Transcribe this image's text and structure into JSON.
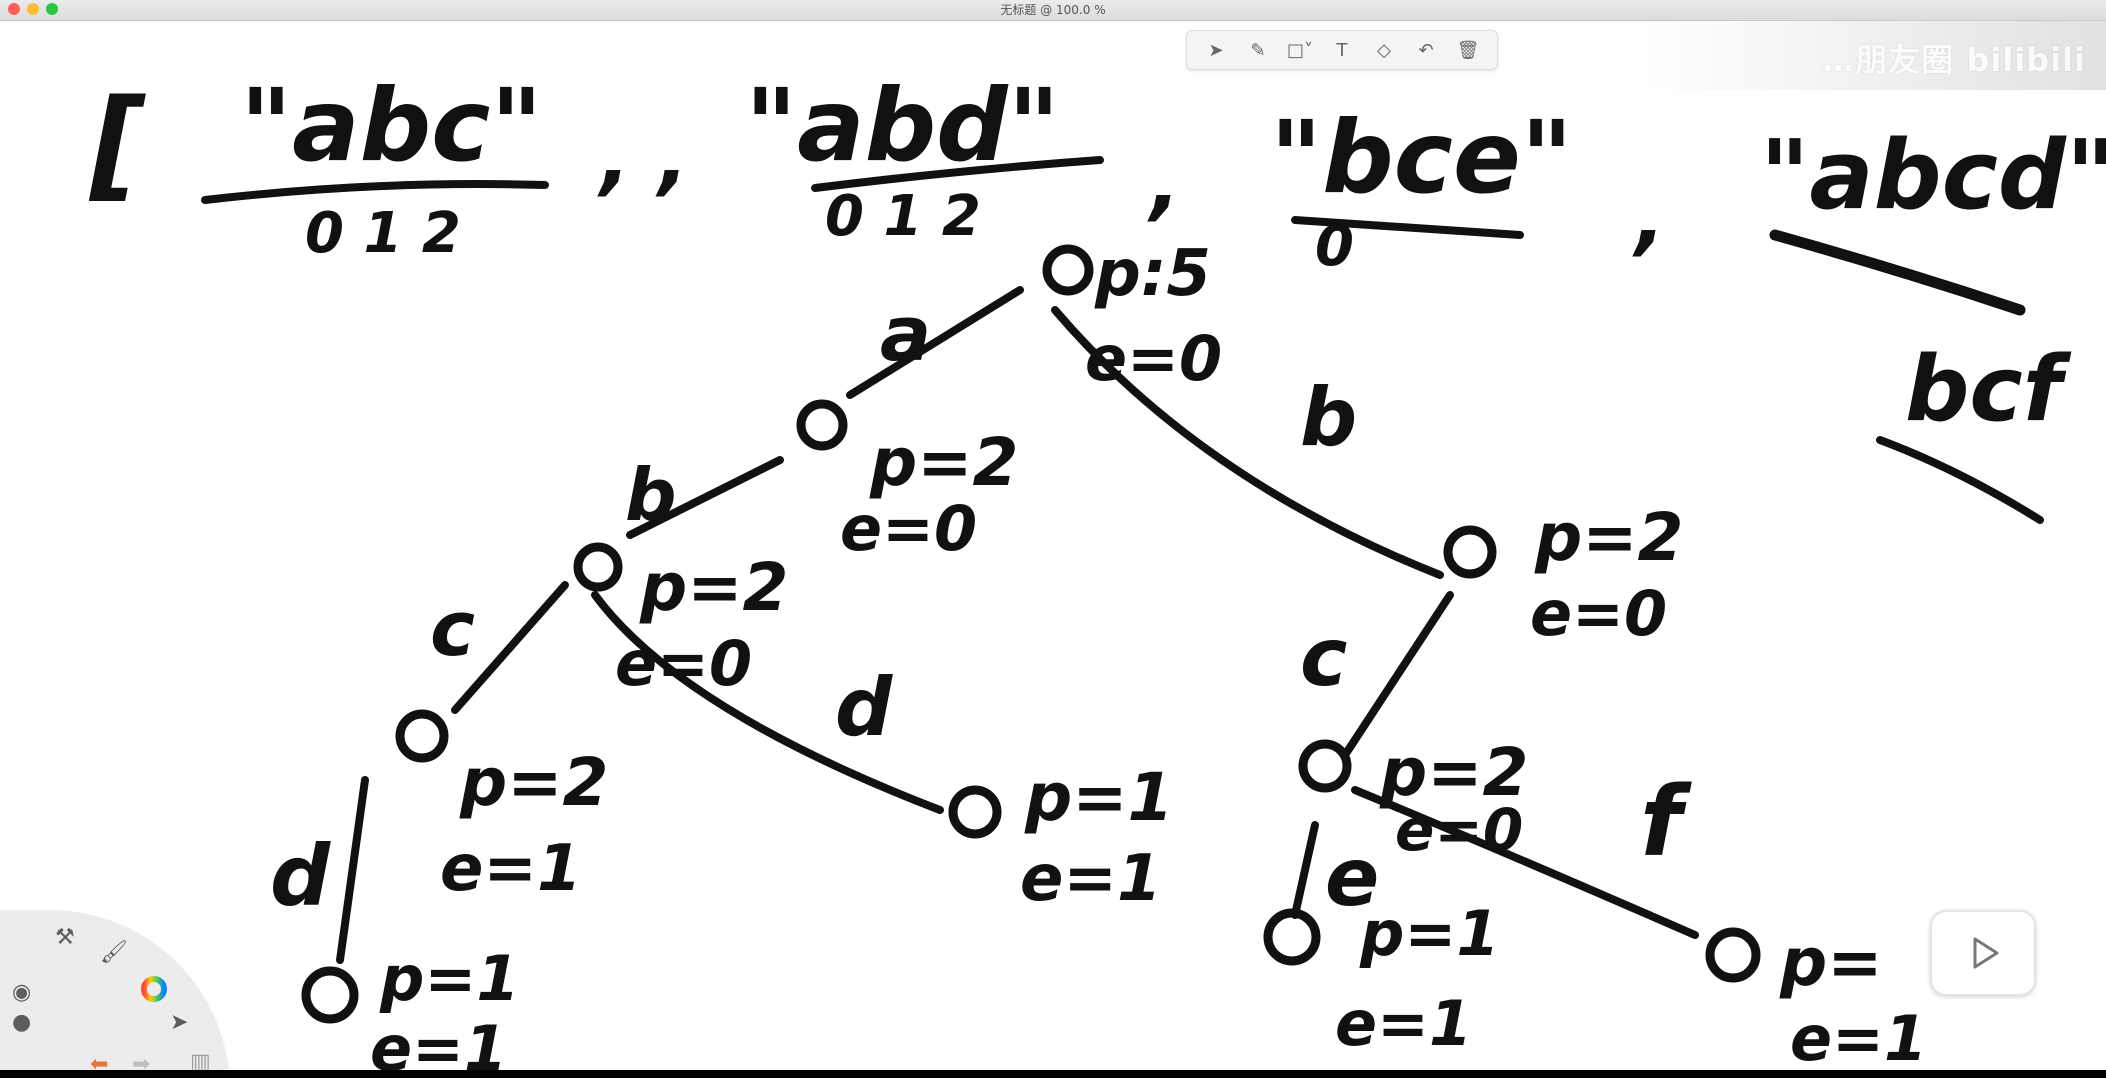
{
  "window": {
    "title": "无标题 @ 100.0 %",
    "traffic_lights": [
      "#ff5f57",
      "#febc2e",
      "#28c840"
    ]
  },
  "toolbar": {
    "tools": [
      {
        "name": "select-tool",
        "icon": "cursor-arrow-icon",
        "glyph": "➤"
      },
      {
        "name": "pen-tool",
        "icon": "pencil-icon",
        "glyph": "✎"
      },
      {
        "name": "shape-tool",
        "icon": "square-icon",
        "glyph": "□˅"
      },
      {
        "name": "text-tool",
        "icon": "text-icon",
        "glyph": "T"
      },
      {
        "name": "eraser-tool",
        "icon": "eraser-icon",
        "glyph": "◇"
      },
      {
        "name": "undo-tool",
        "icon": "undo-icon",
        "glyph": "↶"
      },
      {
        "name": "clear-tool",
        "icon": "trash-icon",
        "glyph": "🗑"
      }
    ]
  },
  "watermark": {
    "text": "…朋友圈 bilibili"
  },
  "drawing": {
    "words": [
      "\"abc\"",
      "\"abd\"",
      "\"bce\"",
      "\"abcd\"",
      "bcf"
    ],
    "index_labels": {
      "abc": "0 1 2",
      "abd": "0 1 2",
      "bce": "0"
    },
    "edge_labels": {
      "root_a": "a",
      "root_b": "b",
      "a_b": "b",
      "ab_c": "c",
      "ab_d": "d",
      "abc_d": "d",
      "b_c": "c",
      "bc_e": "e",
      "bc_f": "f"
    },
    "nodes": {
      "root": {
        "p": "p:5",
        "e": "e=0"
      },
      "a": {
        "p": "p=2",
        "e": "e=0"
      },
      "ab": {
        "p": "p=2",
        "e": "e=0"
      },
      "abc": {
        "p": "p=2",
        "e": "e=1"
      },
      "abcd": {
        "p": "p=1",
        "e": "e=1"
      },
      "abd": {
        "p": "p=1",
        "e": "e=1"
      },
      "b": {
        "p": "p=2",
        "e": "e=0"
      },
      "bc": {
        "p": "p=2",
        "e": "e=0"
      },
      "bce": {
        "p": "p=1",
        "e": "e=1"
      },
      "bcf": {
        "p": "p=",
        "e": "e=1"
      }
    },
    "open_bracket": "["
  },
  "palette": {
    "tools": [
      "hammer-icon",
      "brush-icon",
      "color-wheel-icon",
      "pointer-icon",
      "undo-arrow-icon",
      "redo-arrow-icon",
      "trash-icon"
    ]
  },
  "player": {
    "play_icon": "play-icon"
  }
}
